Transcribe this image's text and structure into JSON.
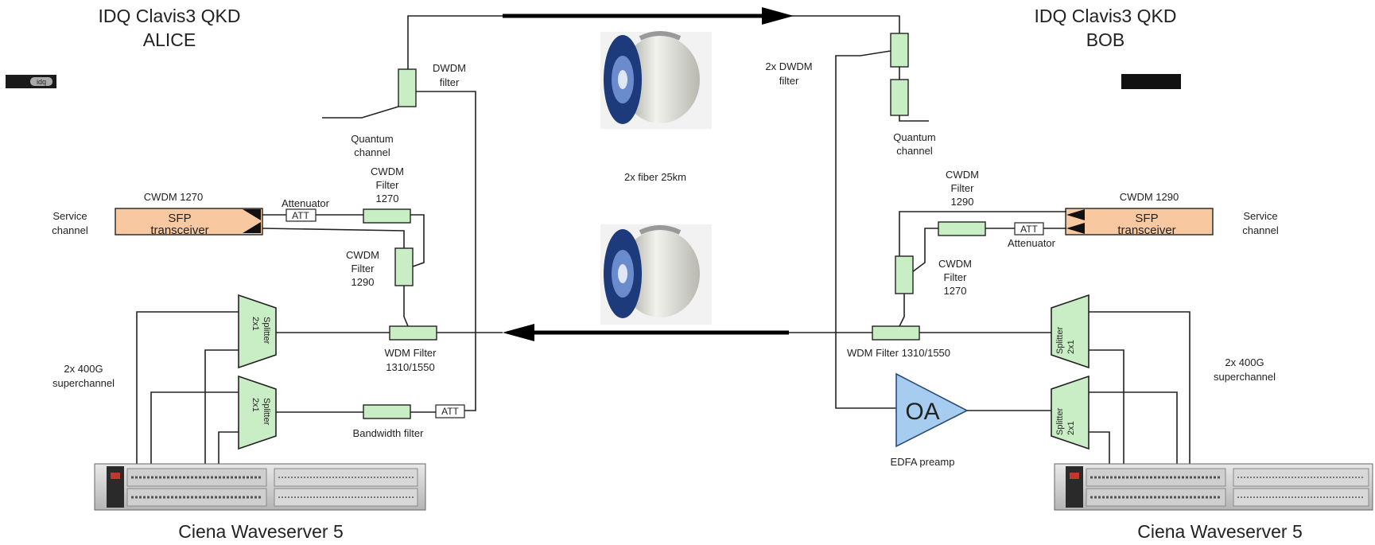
{
  "alice": {
    "title_line1": "IDQ Clavis3 QKD",
    "title_line2": "ALICE",
    "device_logo_text": "idq",
    "dwdm_filter": [
      "DWDM",
      "filter"
    ],
    "quantum_channel": [
      "Quantum",
      "channel"
    ],
    "cwdm_filter_1270": [
      "CWDM",
      "Filter",
      "1270"
    ],
    "cwdm_filter_1290": [
      "CWDM",
      "Filter",
      "1290"
    ],
    "sfp_wavelength": "CWDM 1270",
    "sfp_line1": "SFP",
    "sfp_line2": "transceiver",
    "attenuator_label": "Attenuator",
    "att": "ATT",
    "att_bandwidth": "ATT",
    "service_channel": [
      "Service",
      "channel"
    ],
    "superchannel": [
      "2x 400G",
      "superchannel"
    ],
    "splitter_label": "Splitter",
    "splitter_ratio": "2x1",
    "wdm_filter": [
      "WDM Filter",
      "1310/1550"
    ],
    "bandwidth_filter": "Bandwidth filter",
    "server_name": "Ciena Waveserver 5"
  },
  "bob": {
    "title_line1": "IDQ Clavis3 QKD",
    "title_line2": "BOB",
    "dwdm_filter": [
      "2x DWDM",
      "filter"
    ],
    "quantum_channel": [
      "Quantum",
      "channel"
    ],
    "cwdm_filter_1290": [
      "CWDM",
      "Filter",
      "1290"
    ],
    "cwdm_filter_1270": [
      "CWDM",
      "Filter",
      "1270"
    ],
    "sfp_wavelength": "CWDM 1290",
    "sfp_line1": "SFP",
    "sfp_line2": "transceiver",
    "attenuator_label": "Attenuator",
    "att": "ATT",
    "service_channel": [
      "Service",
      "channel"
    ],
    "superchannel": [
      "2x 400G",
      "superchannel"
    ],
    "splitter_label": "Splitter",
    "splitter_ratio": "2x1",
    "wdm_filter": "WDM Filter 1310/1550",
    "amplifier_text": "OA",
    "amplifier_label": "EDFA preamp",
    "server_name": "Ciena Waveserver 5"
  },
  "fiber_label": "2x fiber 25km",
  "colors": {
    "filter_green": "#c9edc4",
    "sfp_orange": "#f8c9a0",
    "amplifier_blue": "#a6cdf0"
  }
}
